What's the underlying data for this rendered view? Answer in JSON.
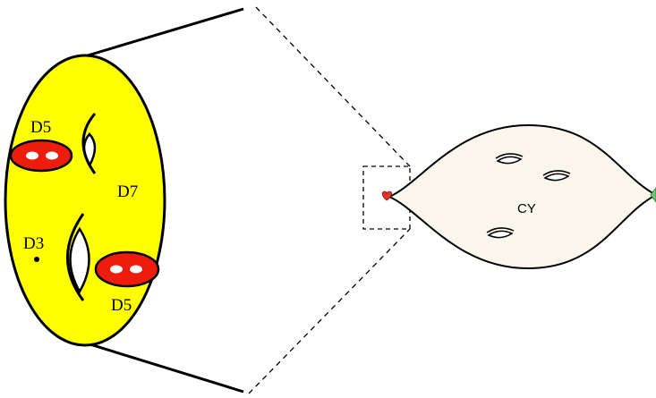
{
  "diagram": {
    "labels": {
      "d5_top": "D5",
      "d7": "D7",
      "d3": "D3",
      "d5_bottom": "D5",
      "cy": "CY"
    },
    "colors": {
      "torus_fill": "#ffff00",
      "brane_fill": "#ee1c0c",
      "cy_fill": "#fbf6ec",
      "heart": "#e0332b",
      "green_node": "#6ec873",
      "stroke": "#000000"
    }
  }
}
